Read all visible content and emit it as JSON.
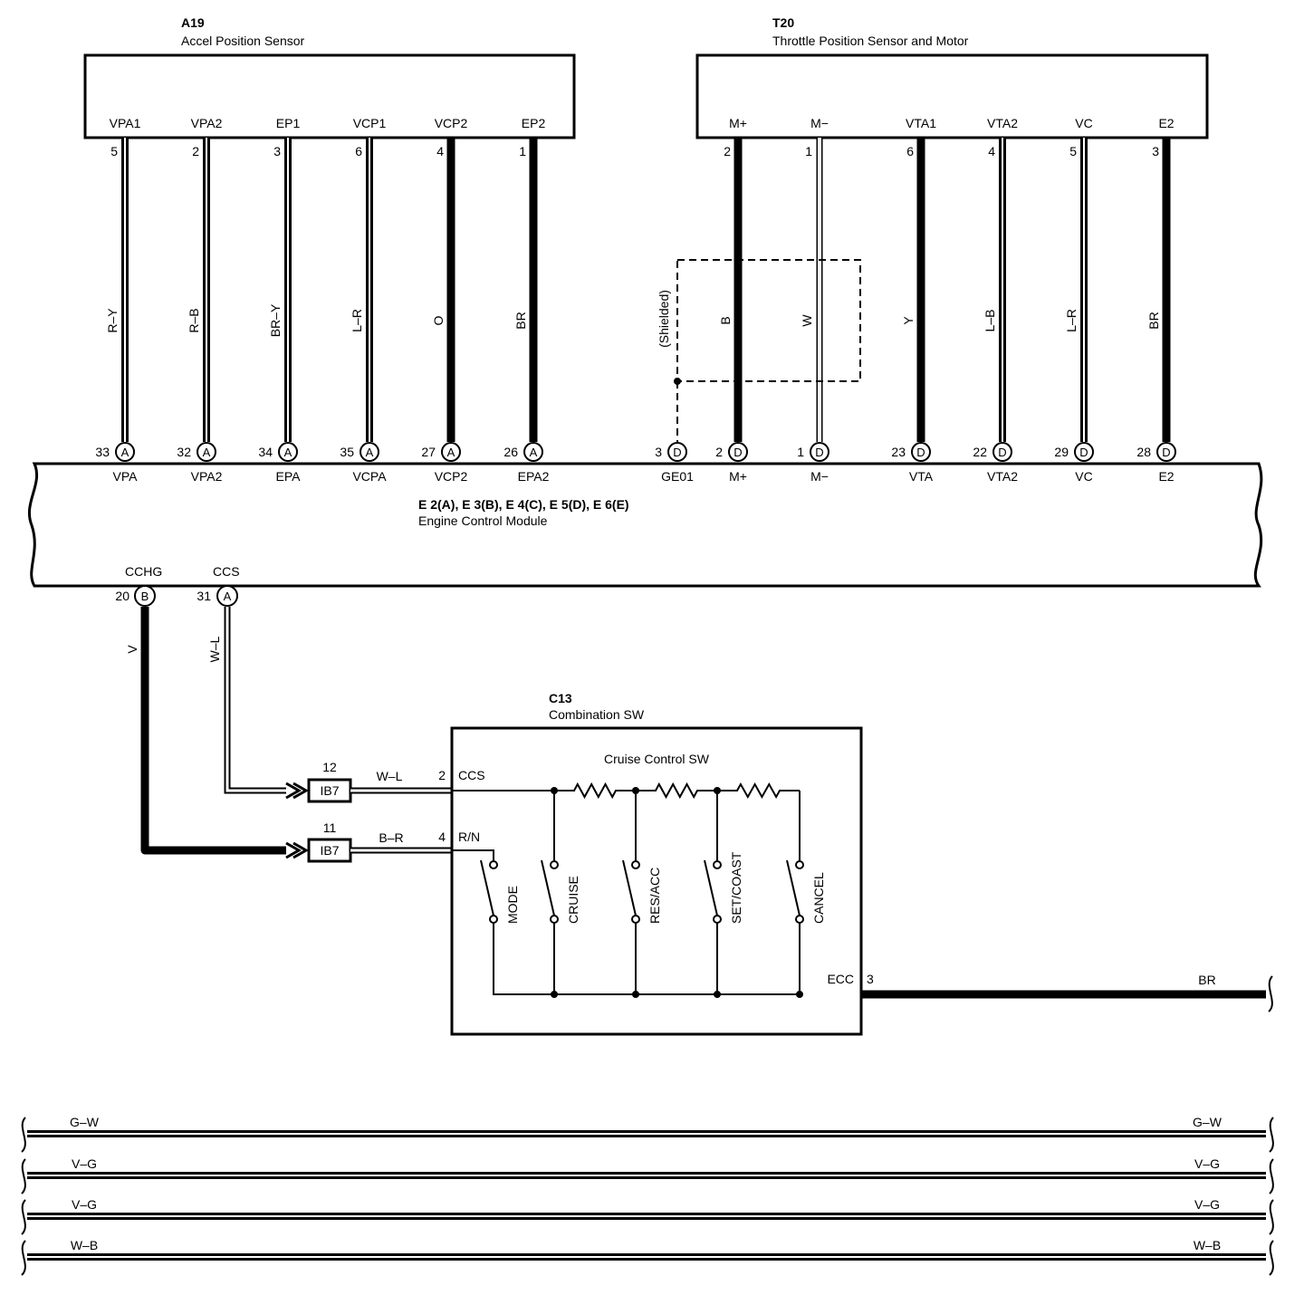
{
  "colors": {
    "ink": "#000000",
    "paper": "#ffffff"
  },
  "components": {
    "a19": {
      "code": "A19",
      "name": "Accel Position Sensor",
      "pins": [
        {
          "label": "VPA1",
          "pin": "5",
          "wire": "R–Y",
          "ecm_pin": "33",
          "ecm_conn": "A",
          "ecm_label": "VPA",
          "style": "double"
        },
        {
          "label": "VPA2",
          "pin": "2",
          "wire": "R–B",
          "ecm_pin": "32",
          "ecm_conn": "A",
          "ecm_label": "VPA2",
          "style": "double"
        },
        {
          "label": "EP1",
          "pin": "3",
          "wire": "BR–Y",
          "ecm_pin": "34",
          "ecm_conn": "A",
          "ecm_label": "EPA",
          "style": "double"
        },
        {
          "label": "VCP1",
          "pin": "6",
          "wire": "L–R",
          "ecm_pin": "35",
          "ecm_conn": "A",
          "ecm_label": "VCPA",
          "style": "double"
        },
        {
          "label": "VCP2",
          "pin": "4",
          "wire": "O",
          "ecm_pin": "27",
          "ecm_conn": "A",
          "ecm_label": "VCP2",
          "style": "thick"
        },
        {
          "label": "EP2",
          "pin": "1",
          "wire": "BR",
          "ecm_pin": "26",
          "ecm_conn": "A",
          "ecm_label": "EPA2",
          "style": "thick"
        }
      ]
    },
    "t20": {
      "code": "T20",
      "name": "Throttle Position Sensor and Motor",
      "pins": [
        {
          "label": "M+",
          "pin": "2",
          "wire": "B",
          "ecm_pin": "2",
          "ecm_conn": "D",
          "ecm_label": "M+",
          "style": "thick"
        },
        {
          "label": "M−",
          "pin": "1",
          "wire": "W",
          "ecm_pin": "1",
          "ecm_conn": "D",
          "ecm_label": "M−",
          "style": "white"
        },
        {
          "label": "VTA1",
          "pin": "6",
          "wire": "Y",
          "ecm_pin": "23",
          "ecm_conn": "D",
          "ecm_label": "VTA",
          "style": "thick"
        },
        {
          "label": "VTA2",
          "pin": "4",
          "wire": "L–B",
          "ecm_pin": "22",
          "ecm_conn": "D",
          "ecm_label": "VTA2",
          "style": "double"
        },
        {
          "label": "VC",
          "pin": "5",
          "wire": "L–R",
          "ecm_pin": "29",
          "ecm_conn": "D",
          "ecm_label": "VC",
          "style": "double"
        },
        {
          "label": "E2",
          "pin": "3",
          "wire": "BR",
          "ecm_pin": "28",
          "ecm_conn": "D",
          "ecm_label": "E2",
          "style": "thick"
        }
      ]
    },
    "shield": {
      "label": "(Shielded)",
      "ecm_pin": "3",
      "ecm_conn": "D",
      "ecm_label": "GE01"
    },
    "ecm": {
      "title": "E 2(A), E 3(B), E 4(C), E 5(D), E 6(E)",
      "name": "Engine Control Module",
      "cchg": {
        "label": "CCHG",
        "pin": "20",
        "conn": "B",
        "wire": "V"
      },
      "ccs": {
        "label": "CCS",
        "pin": "31",
        "conn": "A",
        "wire": "W–L"
      }
    },
    "c13": {
      "code": "C13",
      "name": "Combination SW",
      "subtitle": "Cruise Control SW",
      "ccs": {
        "label": "CCS",
        "pin": "2",
        "ib_pin": "12",
        "ib": "IB7",
        "wire": "W–L"
      },
      "rn": {
        "label": "R/N",
        "pin": "4",
        "ib_pin": "11",
        "ib": "IB7",
        "wire": "B–R"
      },
      "ecc": {
        "label": "ECC",
        "pin": "3",
        "wire": "BR"
      },
      "switches": [
        "MODE",
        "CRUISE",
        "RES/ACC",
        "SET/COAST",
        "CANCEL"
      ]
    }
  },
  "bus_wires": [
    {
      "left": "G–W",
      "right": "G–W"
    },
    {
      "left": "V–G",
      "right": "V–G"
    },
    {
      "left": "V–G",
      "right": "V–G"
    },
    {
      "left": "W–B",
      "right": "W–B"
    }
  ]
}
